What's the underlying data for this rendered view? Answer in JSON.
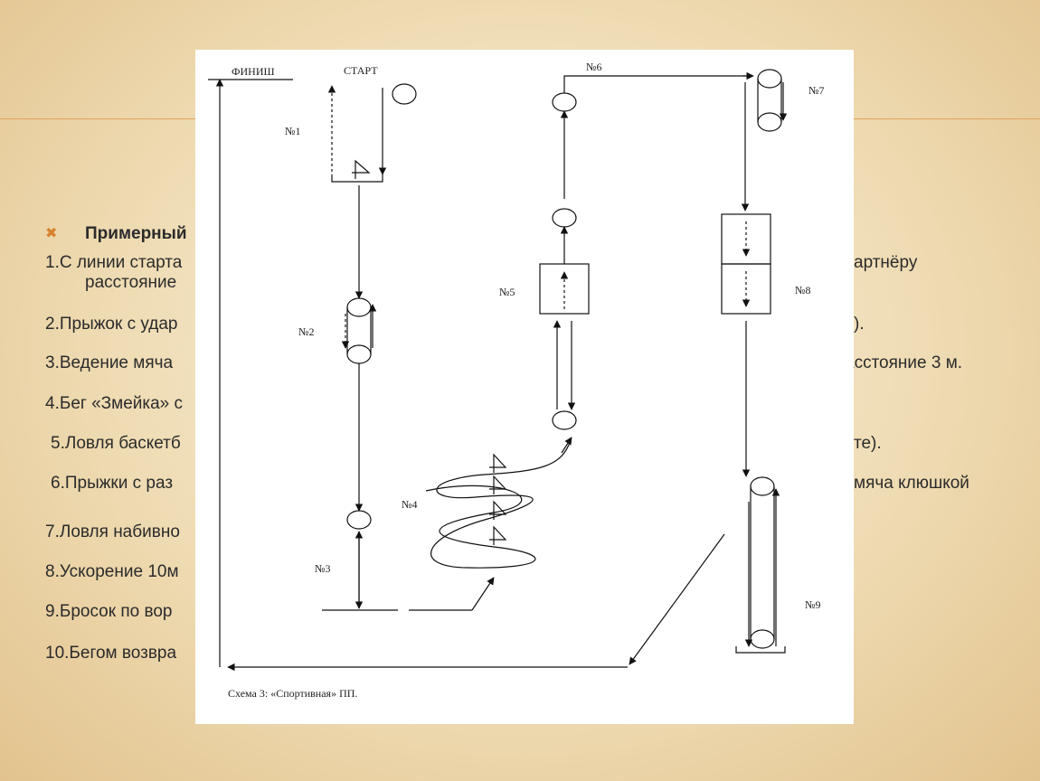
{
  "slide": {
    "bullet_title": "Примерный",
    "items": [
      {
        "left": "1.С линии старта",
        "right": "артнёру"
      },
      {
        "left": "расстояние",
        "right": ""
      },
      {
        "left": "2.Прыжок с удар",
        "right": ")."
      },
      {
        "left": "3.Ведение мяча",
        "right": "асстояние 3 м."
      },
      {
        "left": "4.Бег «Змейка» с",
        "right": ""
      },
      {
        "left": "5.Ловля баскетб",
        "right": "те)."
      },
      {
        "left": "6.Прыжки с раз",
        "right": "мяча клюшкой"
      },
      {
        "left": "7.Ловля набивно",
        "right": ""
      },
      {
        "left": "8.Ускорение 10м",
        "right": ""
      },
      {
        "left": "9.Бросок  по вор",
        "right": ""
      },
      {
        "left": "10.Бегом возвра",
        "right": ""
      }
    ],
    "colors": {
      "accent": "#e2a25a",
      "bullet": "#d9822b",
      "text": "#2b2b2b"
    }
  },
  "diagram": {
    "finish_label": "ФИНИШ",
    "start_label": "СТАРТ",
    "station_labels": [
      "№1",
      "№2",
      "№3",
      "№4",
      "№5",
      "№6",
      "№7",
      "№8",
      "№9"
    ],
    "caption": "Схема 3: «Спортивная» ПП."
  }
}
